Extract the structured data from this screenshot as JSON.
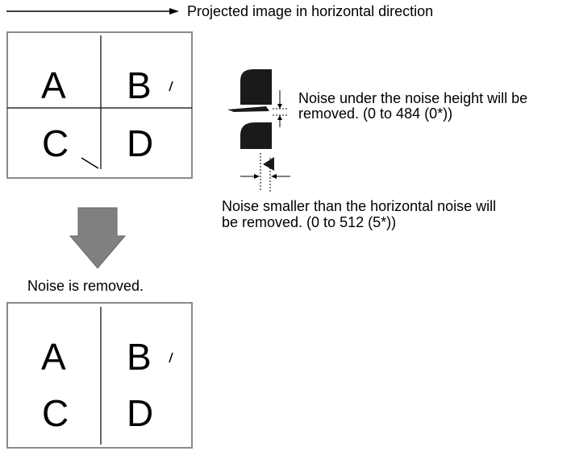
{
  "top_label": "Projected image in horizontal direction",
  "letters": {
    "a": "A",
    "b": "B",
    "c": "C",
    "d": "D"
  },
  "noise_height_text": {
    "line1": "Noise under the noise height will be",
    "line2": "removed. (0 to 484 (0*))"
  },
  "horizontal_noise_text": {
    "line1": "Noise smaller than the horizontal noise will",
    "line2": "be removed. (0 to 512 (5*))"
  },
  "removed_caption": "Noise is removed.",
  "colors": {
    "box_border": "#8a8a8a",
    "arrow_fill": "#808080",
    "dark": "#1a1a1a"
  }
}
